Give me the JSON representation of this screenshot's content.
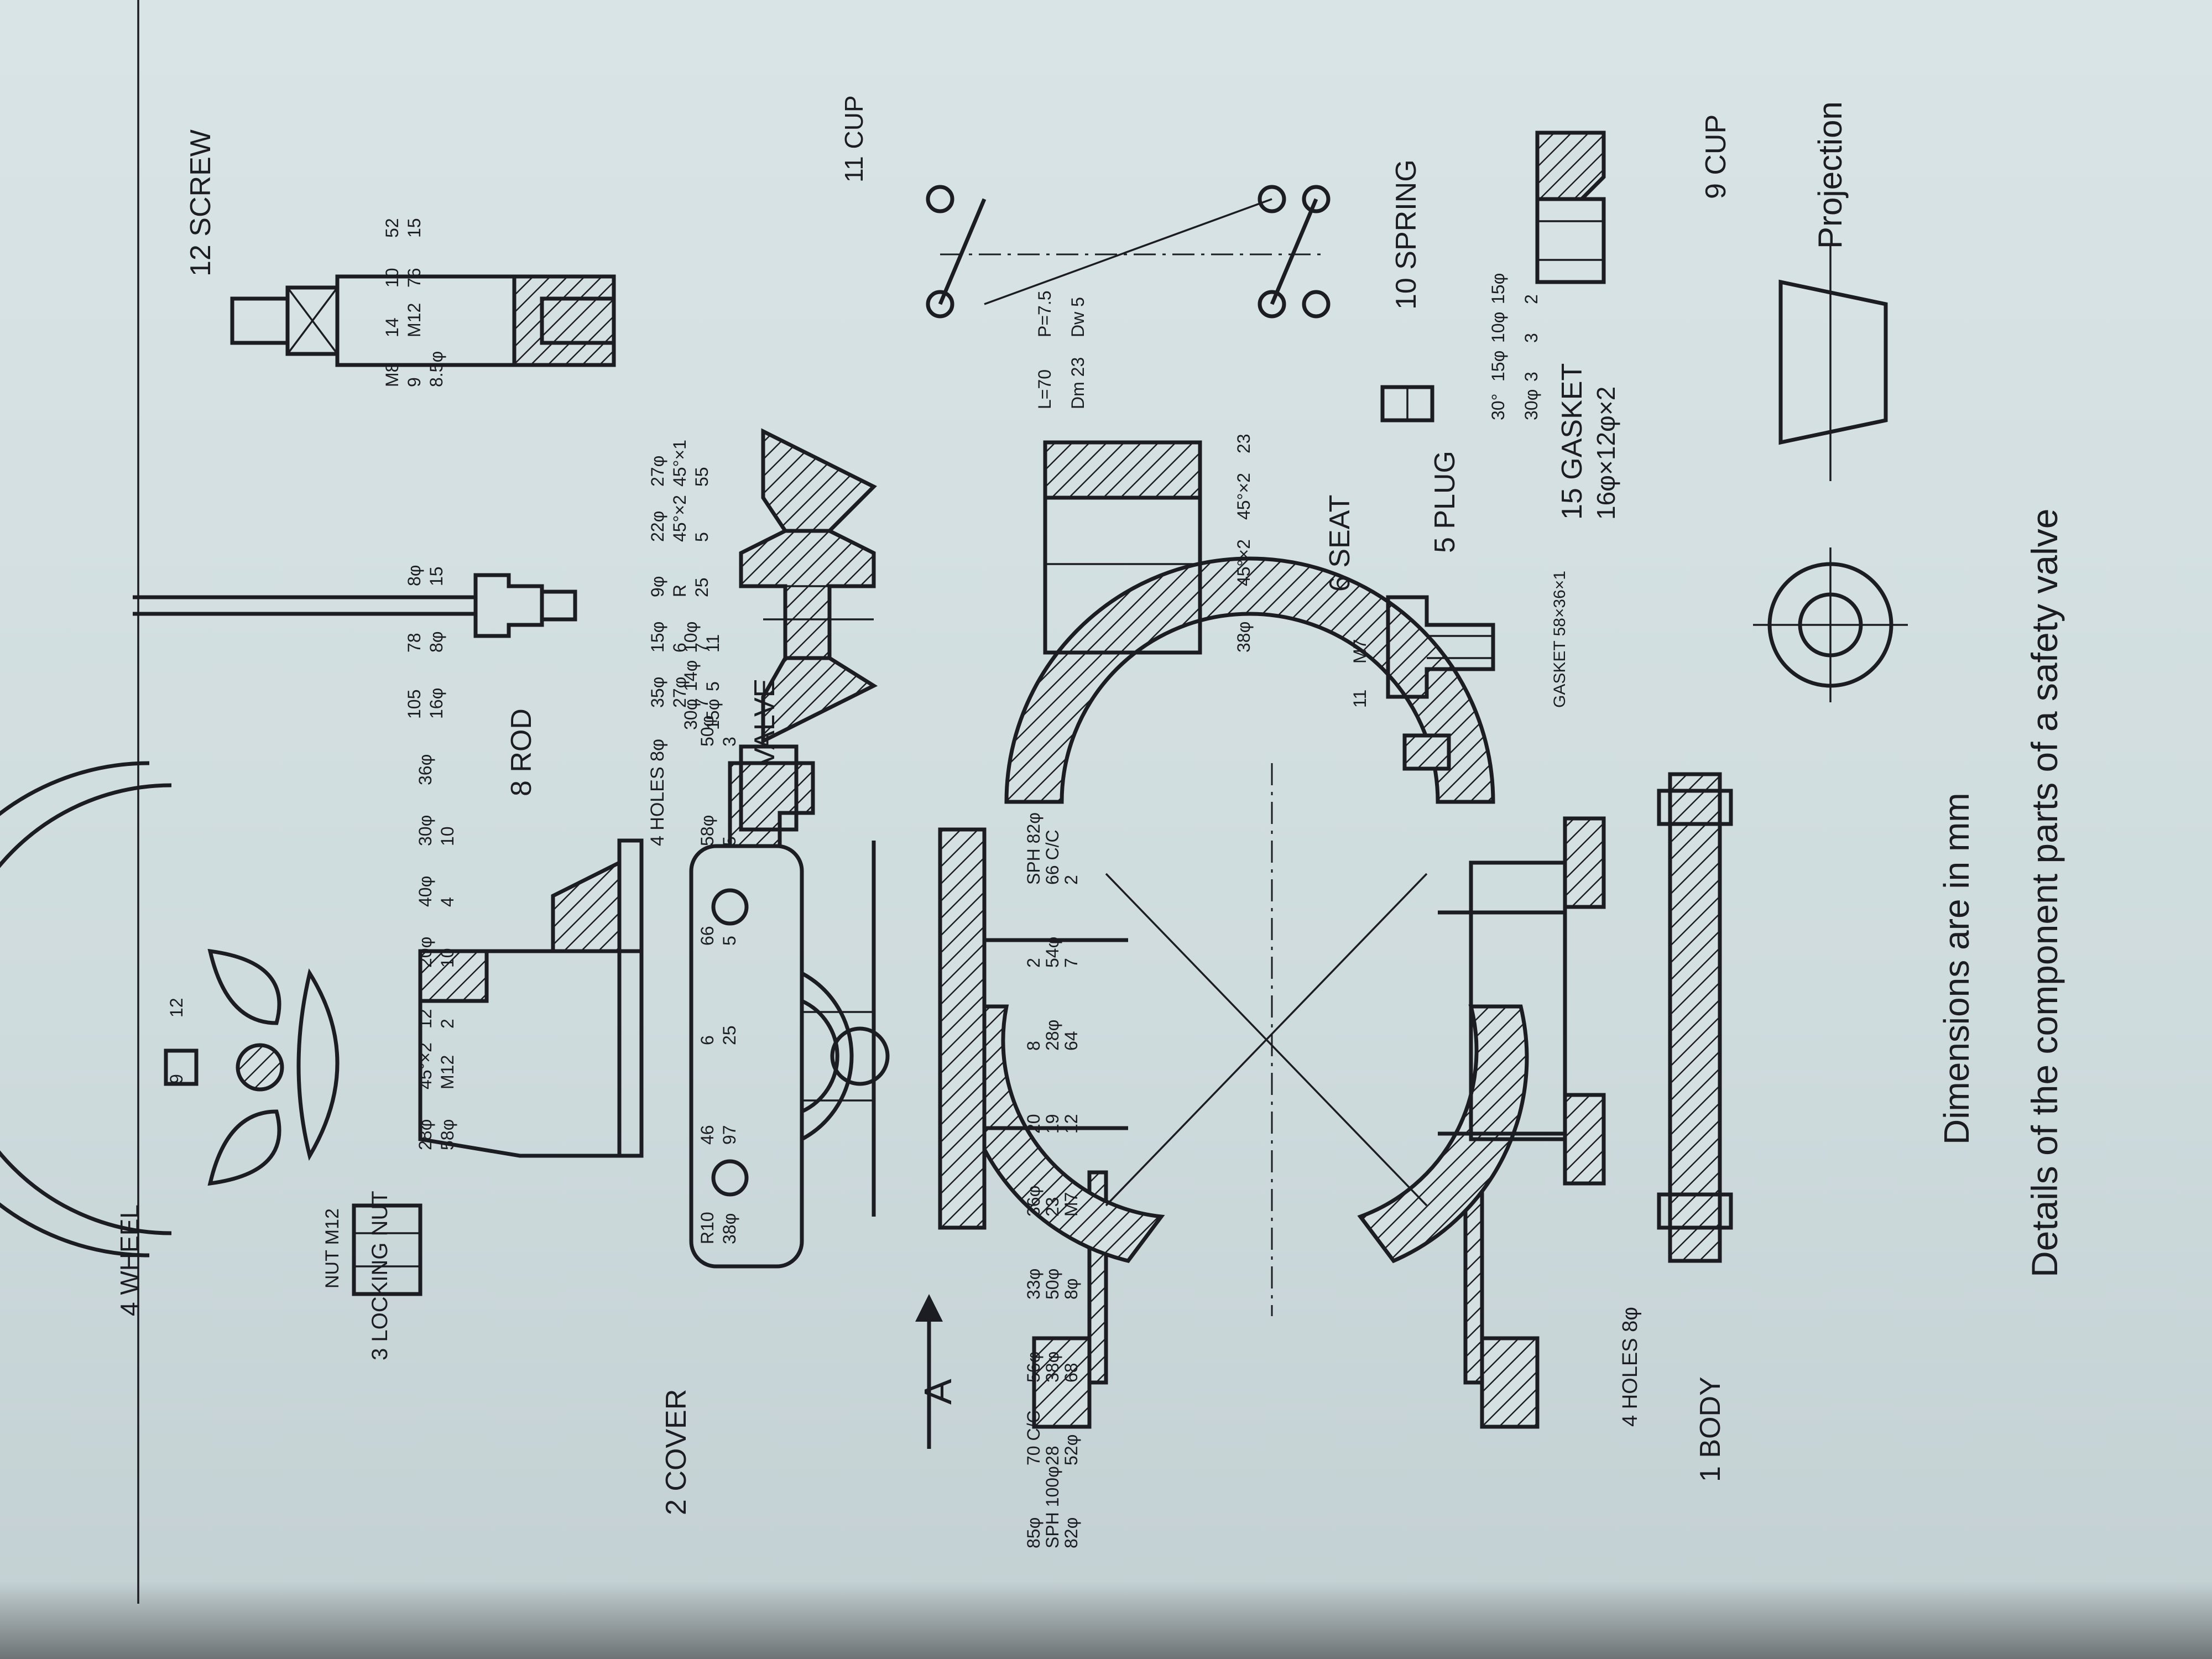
{
  "components": [
    {
      "number": "1",
      "name": "BODY"
    },
    {
      "number": "2",
      "name": "COVER"
    },
    {
      "number": "3",
      "name": "LOCKING NUT"
    },
    {
      "number": "4",
      "name": "WHEEL"
    },
    {
      "number": "5",
      "name": "PLUG"
    },
    {
      "number": "6",
      "name": "SEAT"
    },
    {
      "number": "7",
      "name": "VALVE"
    },
    {
      "number": "8",
      "name": "ROD"
    },
    {
      "number": "9",
      "name": "CUP"
    },
    {
      "number": "10",
      "name": "SPRING"
    },
    {
      "number": "11",
      "name": "CUP"
    },
    {
      "number": "12",
      "name": "SCREW"
    },
    {
      "number": "15",
      "name": "GASKET"
    }
  ],
  "labels": {
    "nut": "NUT M12",
    "gasket_size": "16φ×12φ×2",
    "gasket_small": "GASKET 58×36×1",
    "cover_holes": "4 HOLES 8φ",
    "body_holes": "4 HOLES 8φ",
    "view_arrow": "A",
    "projection": "Projection",
    "caption": "Details of the component parts of a safety valve",
    "units_note": "Dimensions are in mm"
  },
  "dimensions": {
    "body": [
      "85φ",
      "70 C/C",
      "56φ",
      "33φ",
      "36φ",
      "20",
      "8",
      "2",
      "SPH 82φ",
      "SPH 100φ",
      "28",
      "38φ",
      "50φ",
      "23",
      "19",
      "28φ",
      "54φ",
      "66 C/C",
      "82φ",
      "52φ",
      "68",
      "8φ",
      "M7",
      "12",
      "64",
      "7",
      "2"
    ],
    "cover": [
      "R10",
      "46",
      "6",
      "66",
      "58φ",
      "50φ",
      "38φ",
      "97",
      "25",
      "5",
      "5",
      "3"
    ],
    "locking_nut": [
      "28φ",
      "45°×2",
      "12",
      "20φ",
      "40φ",
      "30φ",
      "36φ",
      "58φ",
      "M12",
      "2",
      "10",
      "4",
      "10"
    ],
    "wheel": [
      "9",
      "12"
    ],
    "rod": [
      "105",
      "78",
      "8φ",
      "16φ",
      "8φ",
      "15"
    ],
    "valve": [
      "35φ",
      "15φ",
      "9φ",
      "22φ",
      "27φ",
      "27φ",
      "6",
      "R",
      "45°×2",
      "45°×1",
      "7",
      "7",
      "25",
      "5",
      "55"
    ],
    "seat": [
      "38φ",
      "45°×2",
      "45°×2",
      "23"
    ],
    "plug": [
      "11",
      "M7"
    ],
    "screw": [
      "M8",
      "14",
      "10",
      "52",
      "9",
      "M12",
      "76",
      "15",
      "8.5φ"
    ],
    "cup_11": [
      "30φ",
      "14φ",
      "10φ",
      "15φ",
      "5",
      "11"
    ],
    "spring": [
      "L=70",
      "P=7.5",
      "Dm 23",
      "Dw 5"
    ],
    "cup_9": [
      "30°",
      "15φ",
      "10φ",
      "15φ",
      "30φ",
      "3",
      "3",
      "2"
    ]
  }
}
